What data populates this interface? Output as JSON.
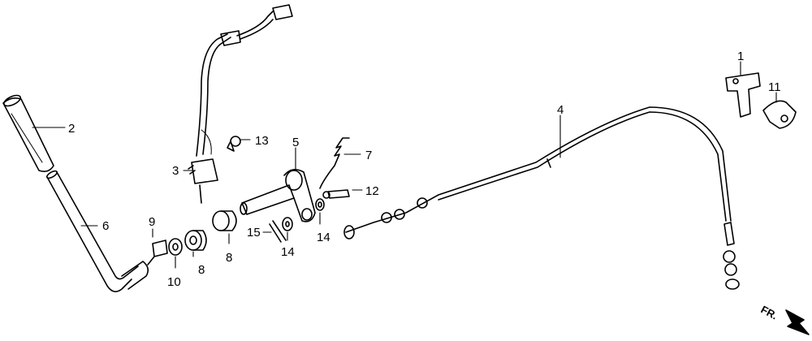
{
  "parts": {
    "p1": "1",
    "p2": "2",
    "p3": "3",
    "p4": "4",
    "p5": "5",
    "p6": "6",
    "p7": "7",
    "p8a": "8",
    "p8b": "8",
    "p9": "9",
    "p10": "10",
    "p11": "11",
    "p12": "12",
    "p13": "13",
    "p14a": "14",
    "p14b": "14",
    "p15": "15"
  },
  "direction_label": "FR."
}
